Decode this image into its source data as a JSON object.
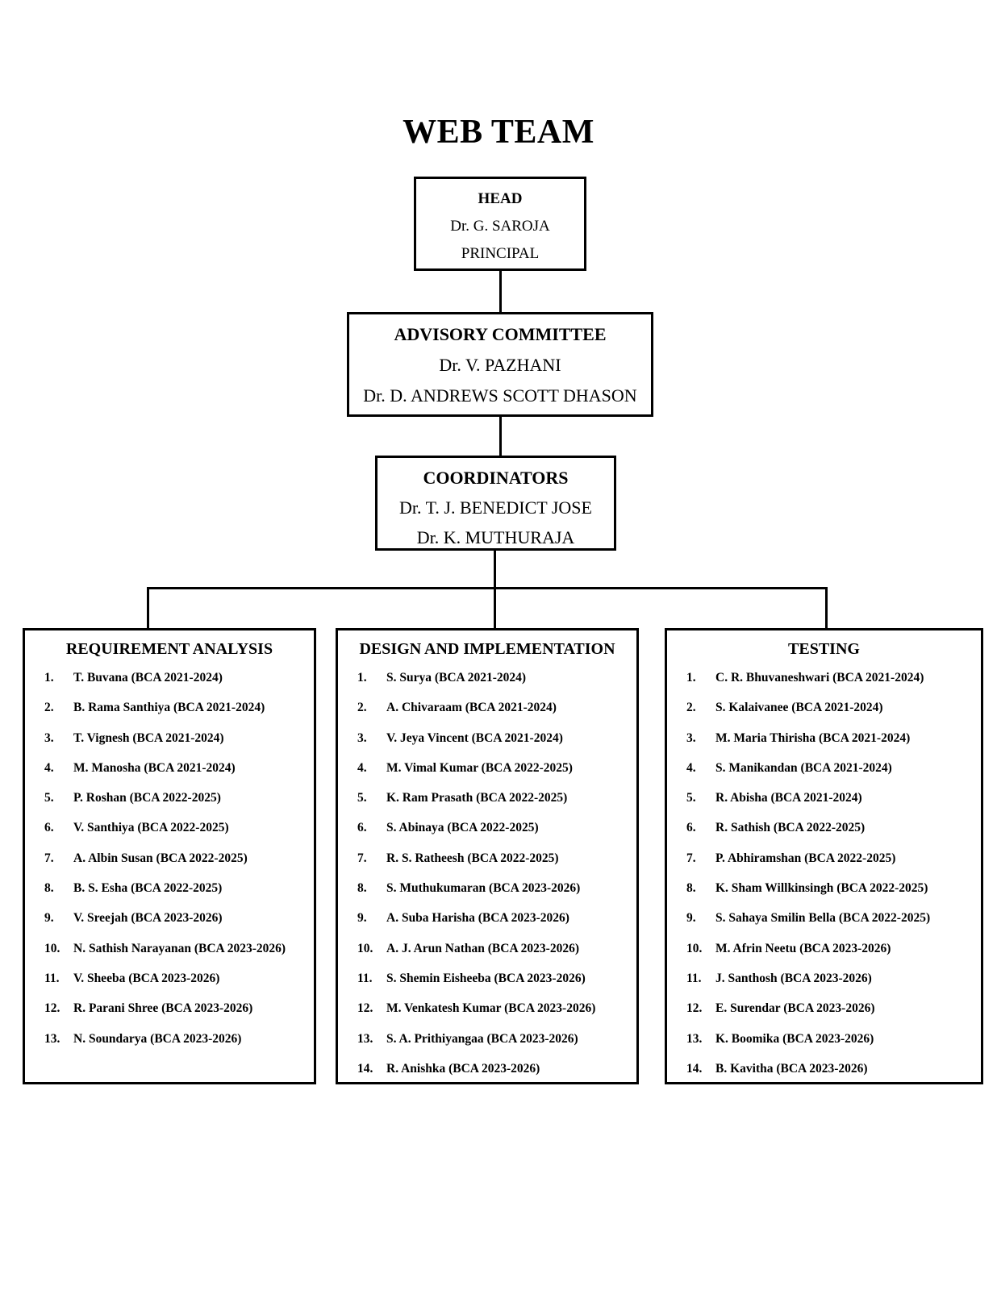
{
  "title": "WEB TEAM",
  "head": {
    "heading": "HEAD",
    "name": "Dr. G. SAROJA",
    "role": "PRINCIPAL"
  },
  "advisory": {
    "heading": "ADVISORY COMMITTEE",
    "members": [
      "Dr. V. PAZHANI",
      "Dr. D. ANDREWS SCOTT DHASON"
    ]
  },
  "coordinators": {
    "heading": "COORDINATORS",
    "members": [
      "Dr. T. J. BENEDICT JOSE",
      "Dr. K. MUTHURAJA"
    ]
  },
  "teams": [
    {
      "heading": "REQUIREMENT ANALYSIS",
      "members": [
        {
          "num": "1.",
          "name": "T. Buvana (BCA 2021-2024)"
        },
        {
          "num": "2.",
          "name": "B. Rama Santhiya (BCA 2021-2024)"
        },
        {
          "num": "3.",
          "name": "T. Vignesh (BCA 2021-2024)"
        },
        {
          "num": "4.",
          "name": "M. Manosha (BCA 2021-2024)"
        },
        {
          "num": "5.",
          "name": "P. Roshan (BCA 2022-2025)"
        },
        {
          "num": "6.",
          "name": "V. Santhiya (BCA 2022-2025)"
        },
        {
          "num": "7.",
          "name": "A. Albin Susan (BCA 2022-2025)"
        },
        {
          "num": "8.",
          "name": "B. S. Esha (BCA 2022-2025)"
        },
        {
          "num": "9.",
          "name": "V. Sreejah (BCA 2023-2026)"
        },
        {
          "num": "10.",
          "name": "N. Sathish Narayanan (BCA 2023-2026)"
        },
        {
          "num": "11.",
          "name": "V. Sheeba (BCA 2023-2026)"
        },
        {
          "num": "12.",
          "name": "R. Parani Shree (BCA 2023-2026)"
        },
        {
          "num": "13.",
          "name": "N. Soundarya (BCA 2023-2026)"
        }
      ]
    },
    {
      "heading": "DESIGN AND IMPLEMENTATION",
      "members": [
        {
          "num": "1.",
          "name": "S. Surya (BCA 2021-2024)"
        },
        {
          "num": "2.",
          "name": "A. Chivaraam (BCA 2021-2024)"
        },
        {
          "num": "3.",
          "name": "V. Jeya Vincent (BCA 2021-2024)"
        },
        {
          "num": "4.",
          "name": "M. Vimal Kumar (BCA  2022-2025)"
        },
        {
          "num": "5.",
          "name": "K. Ram Prasath (BCA 2022-2025)"
        },
        {
          "num": "6.",
          "name": "S. Abinaya (BCA 2022-2025)"
        },
        {
          "num": "7.",
          "name": "R. S. Ratheesh (BCA 2022-2025)"
        },
        {
          "num": "8.",
          "name": "S. Muthukumaran (BCA 2023-2026)"
        },
        {
          "num": "9.",
          "name": "A. Suba Harisha (BCA 2023-2026)"
        },
        {
          "num": "10.",
          "name": "A. J. Arun Nathan (BCA 2023-2026)"
        },
        {
          "num": "11.",
          "name": "S. Shemin Eisheeba (BCA 2023-2026)"
        },
        {
          "num": "12.",
          "name": "M. Venkatesh Kumar (BCA 2023-2026)"
        },
        {
          "num": "13.",
          "name": "S. A. Prithiyangaa (BCA 2023-2026)"
        },
        {
          "num": "14.",
          "name": "R. Anishka (BCA 2023-2026)"
        }
      ]
    },
    {
      "heading": "TESTING",
      "members": [
        {
          "num": "1.",
          "name": "C. R. Bhuvaneshwari (BCA 2021-2024)"
        },
        {
          "num": "2.",
          "name": "S. Kalaivanee (BCA 2021-2024)"
        },
        {
          "num": "3.",
          "name": "M. Maria Thirisha (BCA 2021-2024)"
        },
        {
          "num": "4.",
          "name": "S. Manikandan (BCA 2021-2024)"
        },
        {
          "num": "5.",
          "name": "R. Abisha (BCA 2021-2024)"
        },
        {
          "num": "6.",
          "name": "R. Sathish (BCA 2022-2025)"
        },
        {
          "num": "7.",
          "name": "P. Abhiramshan (BCA 2022-2025)"
        },
        {
          "num": "8.",
          "name": "K. Sham Willkinsingh (BCA 2022-2025)"
        },
        {
          "num": "9.",
          "name": "S. Sahaya Smilin Bella (BCA 2022-2025)"
        },
        {
          "num": "10.",
          "name": "M. Afrin Neetu (BCA 2023-2026)"
        },
        {
          "num": "11.",
          "name": "J. Santhosh (BCA 2023-2026)"
        },
        {
          "num": "12.",
          "name": "E. Surendar (BCA 2023-2026)"
        },
        {
          "num": "13.",
          "name": "K. Boomika (BCA 2023-2026)"
        },
        {
          "num": "14.",
          "name": "B. Kavitha (BCA 2023-2026)"
        }
      ]
    }
  ]
}
